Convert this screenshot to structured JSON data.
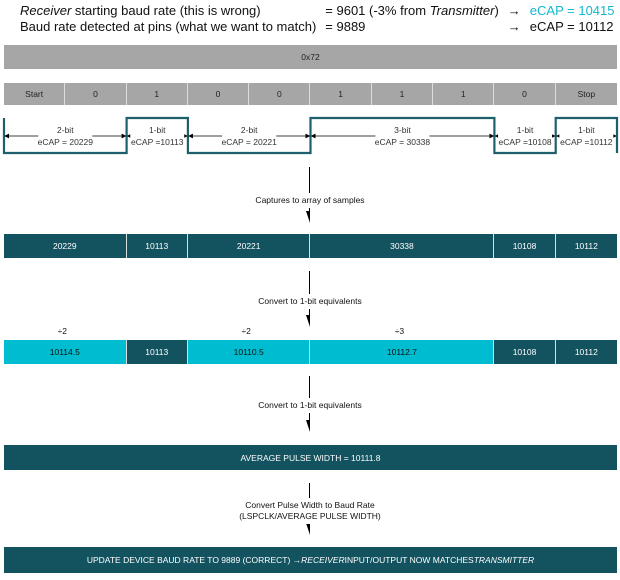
{
  "header": {
    "line1": {
      "label_italic": "Receiver",
      "label_rest": " starting baud rate (this is wrong)",
      "value_prefix": "= 9601 (-3% from ",
      "value_italic": "Transmitter",
      "value_suffix": ")",
      "arrow": "→",
      "result": "eCAP = 10415"
    },
    "line2": {
      "label": "Baud rate detected at pins (what we want to match)",
      "value": "= 9889",
      "arrow": "→",
      "result": "eCAP = 10112"
    }
  },
  "byte_label": "0x72",
  "bits": [
    "Start",
    "0",
    "1",
    "0",
    "0",
    "1",
    "1",
    "1",
    "0",
    "Stop"
  ],
  "waveform": [
    {
      "bits": 2,
      "level": "low",
      "label": "2-bit",
      "ecap": "eCAP = 20229"
    },
    {
      "bits": 1,
      "level": "high",
      "label": "1-bit",
      "ecap": "eCAP =10113"
    },
    {
      "bits": 2,
      "level": "low",
      "label": "2-bit",
      "ecap": "eCAP = 20221"
    },
    {
      "bits": 3,
      "level": "high",
      "label": "3-bit",
      "ecap": "eCAP = 30338"
    },
    {
      "bits": 1,
      "level": "low",
      "label": "1-bit",
      "ecap": "eCAP =10108"
    },
    {
      "bits": 1,
      "level": "high",
      "label": "1-bit",
      "ecap": "eCAP =10112"
    }
  ],
  "step1": "Captures to array of samples",
  "samples": [
    "20229",
    "10113",
    "20221",
    "30338",
    "10108",
    "10112"
  ],
  "step2": "Convert to 1-bit equivalents",
  "divisors": [
    "÷2",
    "",
    "÷2",
    "÷3",
    "",
    ""
  ],
  "one_bit": [
    {
      "value": "10114.5",
      "converted": true
    },
    {
      "value": "10113",
      "converted": false
    },
    {
      "value": "10110.5",
      "converted": true
    },
    {
      "value": "10112.7",
      "converted": true
    },
    {
      "value": "10108",
      "converted": false
    },
    {
      "value": "10112",
      "converted": false
    }
  ],
  "step3": "Convert to 1-bit equivalents",
  "average": "AVERAGE PULSE WIDTH = 10111.8",
  "step4": {
    "line1": "Convert Pulse Width to Baud Rate",
    "line2": "(LSPCLK/AVERAGE PULSE WIDTH)"
  },
  "final": {
    "prefix": "UPDATE DEVICE BAUD RATE TO 9889 (CORRECT) → ",
    "italic1": "RECEIVER",
    "middle": " INPUT/OUTPUT NOW MATCHES ",
    "italic2": "TRANSMITTER"
  },
  "colors": {
    "dark_teal": "#13525f",
    "cyan": "#00bcd0",
    "gray": "#a6a6a6",
    "highlight_text": "#13b9cf"
  }
}
